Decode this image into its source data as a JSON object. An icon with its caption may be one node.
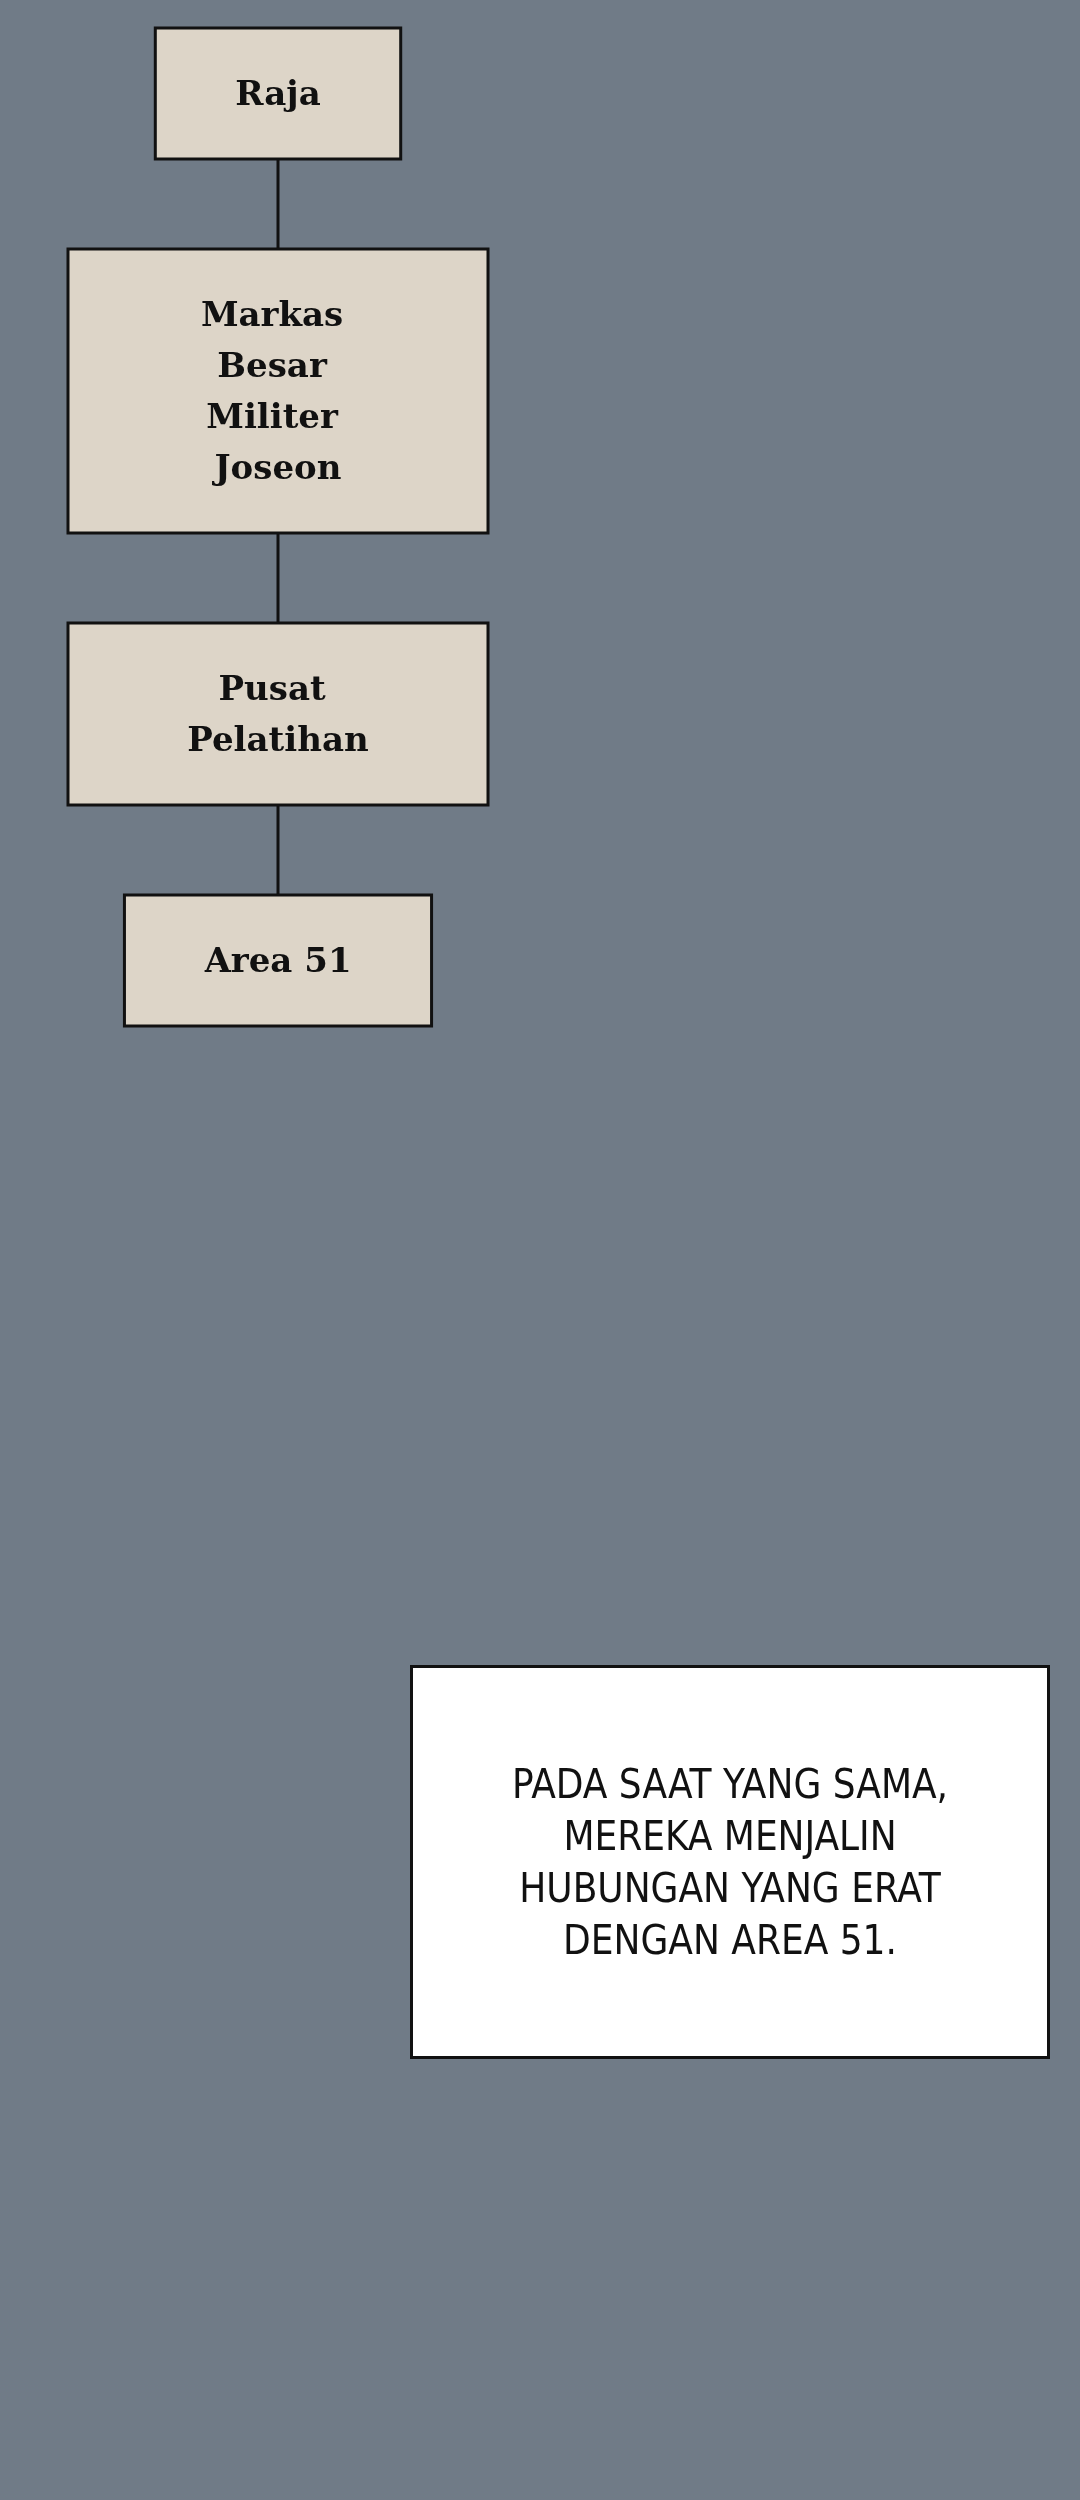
{
  "diagram": {
    "nodes": [
      {
        "text": [
          "Raja"
        ]
      },
      {
        "text": [
          "Markas Besar Militer Joseon"
        ]
      },
      {
        "text": [
          "Pusat Pelatihan"
        ]
      },
      {
        "text": [
          "Area 51"
        ]
      }
    ],
    "edges": [
      {
        "from": 0,
        "to": 1,
        "arrow": "none"
      },
      {
        "from": 1,
        "to": 2,
        "arrow": "none"
      },
      {
        "from": 2,
        "to": 3,
        "arrow": "none"
      }
    ],
    "labels": [
      "PADA SAAT YANG SAMA, MEREKA MENJALIN HUBUNGAN YANG ERAT DENGAN AREA 51."
    ]
  }
}
